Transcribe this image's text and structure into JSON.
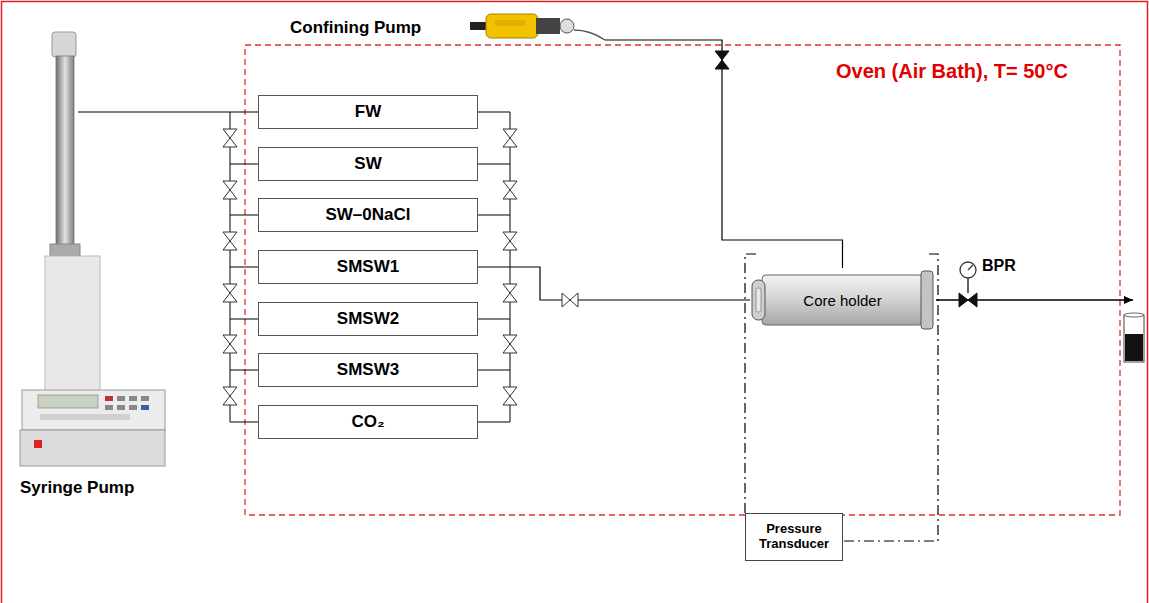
{
  "diagram": {
    "nodes": [
      {
        "text": [
          "Confining Pump"
        ]
      },
      {
        "text": [
          "Syringe Pump"
        ]
      },
      {
        "text": [
          "FW"
        ]
      },
      {
        "text": [
          "SW"
        ]
      },
      {
        "text": [
          "SW–0NaCl"
        ]
      },
      {
        "text": [
          "SMSW1"
        ]
      },
      {
        "text": [
          "SMSW2"
        ]
      },
      {
        "text": [
          "SMSW3"
        ]
      },
      {
        "text": [
          "CO₂"
        ]
      },
      {
        "text": [
          "Core holder"
        ]
      },
      {
        "text": [
          "Pressure Transducer"
        ]
      }
    ],
    "edges": [
      {
        "from": 1,
        "to": 2,
        "arrow": "none"
      },
      {
        "from": 5,
        "to": 9,
        "arrow": "none"
      },
      {
        "from": 0,
        "to": 9,
        "arrow": "none"
      },
      {
        "from": 10,
        "to": 9,
        "arrow": "none"
      }
    ],
    "labels": [
      "Oven (Air Bath), T= 50°C",
      "BPR"
    ]
  }
}
